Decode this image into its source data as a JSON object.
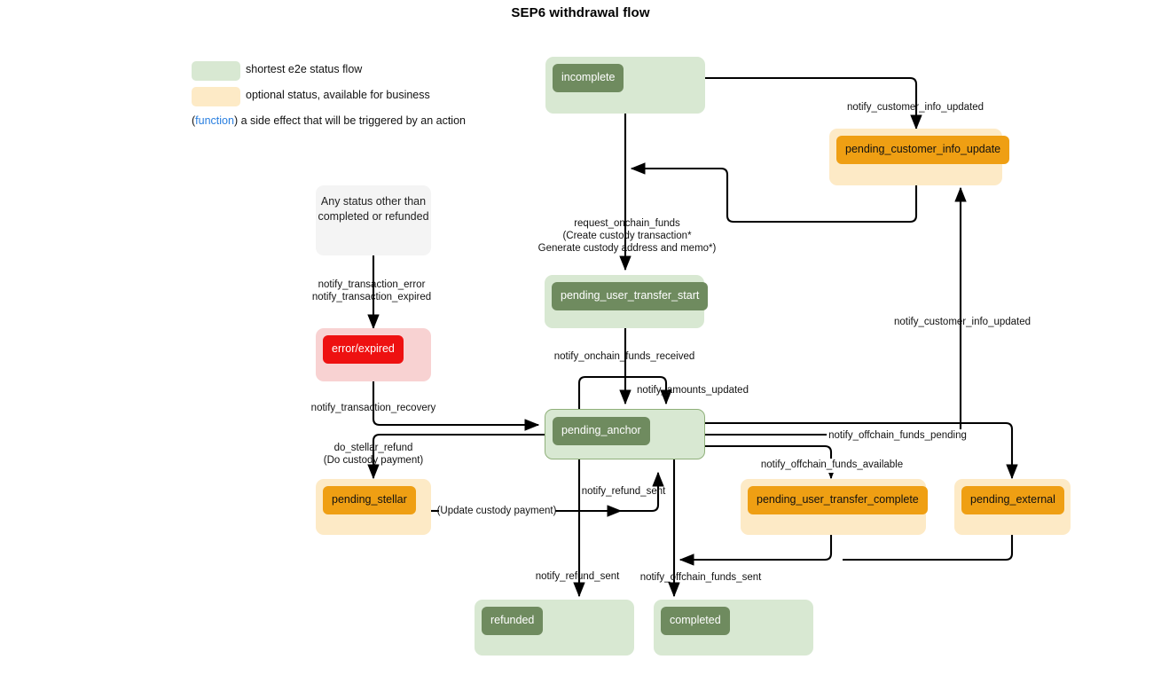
{
  "title": "SEP6 withdrawal flow",
  "colors": {
    "green_outer": "#d8e8d2",
    "green_inner": "#6f8b5f",
    "orange_outer": "#fdeac6",
    "orange_inner": "#ef9f13",
    "red_outer": "#f8d2d2",
    "red_inner": "#ee1111",
    "grey_outer": "#f4f4f4",
    "function_text": "#2a7fe0",
    "edge": "#000000"
  },
  "legend": {
    "items": [
      {
        "swatch": "#d8e8d2",
        "label": "shortest e2e status flow"
      },
      {
        "swatch": "#fdeac6",
        "label": "optional status, available for business"
      }
    ],
    "function_note": {
      "open_paren": "(",
      "keyword": "function",
      "close_paren": ")",
      "text": " a side effect that will be triggered by an action"
    }
  },
  "nodes": [
    {
      "id": "incomplete",
      "label": "incomplete",
      "kind": "green"
    },
    {
      "id": "pending_customer_info_update",
      "label": "pending_customer_info_update",
      "kind": "orange"
    },
    {
      "id": "any_status_note",
      "label": "Any status other than completed or refunded",
      "kind": "note"
    },
    {
      "id": "error_expired",
      "label": "error/expired",
      "kind": "red"
    },
    {
      "id": "pending_user_transfer_start",
      "label": "pending_user_transfer_start",
      "kind": "green"
    },
    {
      "id": "pending_anchor",
      "label": "pending_anchor",
      "kind": "green"
    },
    {
      "id": "pending_stellar",
      "label": "pending_stellar",
      "kind": "orange"
    },
    {
      "id": "pending_user_transfer_complete",
      "label": "pending_user_transfer_complete",
      "kind": "orange"
    },
    {
      "id": "pending_external",
      "label": "pending_external",
      "kind": "orange"
    },
    {
      "id": "refunded",
      "label": "refunded",
      "kind": "green"
    },
    {
      "id": "completed",
      "label": "completed",
      "kind": "green"
    }
  ],
  "edge_labels": {
    "notify_customer_info_updated_top": "notify_customer_info_updated",
    "notify_customer_info_updated_right": "notify_customer_info_updated",
    "request_onchain_funds": "request_onchain_funds",
    "create_custody_transaction": "(Create custody transaction*",
    "generate_custody_address": "Generate custody address and memo*)",
    "notify_transaction_error": "notify_transaction_error",
    "notify_transaction_expired": "notify_transaction_expired",
    "notify_transaction_recovery": "notify_transaction_recovery",
    "notify_onchain_funds_received": "notify_onchain_funds_received",
    "notify_amounts_updated": "notify_amounts_updated",
    "do_stellar_refund": "do_stellar_refund",
    "do_custody_payment": "(Do custody payment)",
    "update_custody_payment": "(Update custody payment)",
    "notify_refund_sent_up": "notify_refund_sent",
    "notify_refund_sent_down": "notify_refund_sent",
    "notify_offchain_funds_pending": "notify_offchain_funds_pending",
    "notify_offchain_funds_available": "notify_offchain_funds_available",
    "notify_offchain_funds_sent": "notify_offchain_funds_sent"
  }
}
